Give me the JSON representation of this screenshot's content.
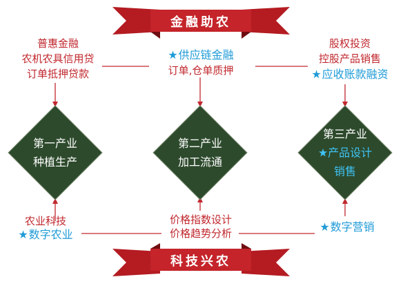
{
  "colors": {
    "banner": "#b41c22",
    "banner_dark": "#6e0e12",
    "line": "#c0272d",
    "diamond": "#2d4a2c",
    "accent_blue": "#1f9bd7",
    "label_red": "#c0272d"
  },
  "top_banner": {
    "label": "金融助农"
  },
  "bottom_banner": {
    "label": "科技兴农"
  },
  "stages": [
    {
      "line1": "第一产业",
      "line2": "种植生产"
    },
    {
      "line1": "第二产业",
      "line2": "加工流通"
    },
    {
      "line1": "第三产业",
      "line2_highlight": "产品设计",
      "line3_highlight": "销售"
    }
  ],
  "top_labels": {
    "left": [
      "普惠金融",
      "农机农具信用贷",
      "订单抵押贷款"
    ],
    "middle": {
      "star_text": "供应链金融",
      "line2": "订单,仓单质押"
    },
    "right": {
      "line1": "股权投资",
      "line2": "控股产品销售",
      "star_text": "应收账款融资"
    }
  },
  "bottom_labels": {
    "left": {
      "line1": "农业科技",
      "star_text": "数字农业"
    },
    "middle": [
      "价格指数设计",
      "价格趋势分析"
    ],
    "right": {
      "star_text": "数字营销"
    }
  },
  "star_glyph": "★"
}
